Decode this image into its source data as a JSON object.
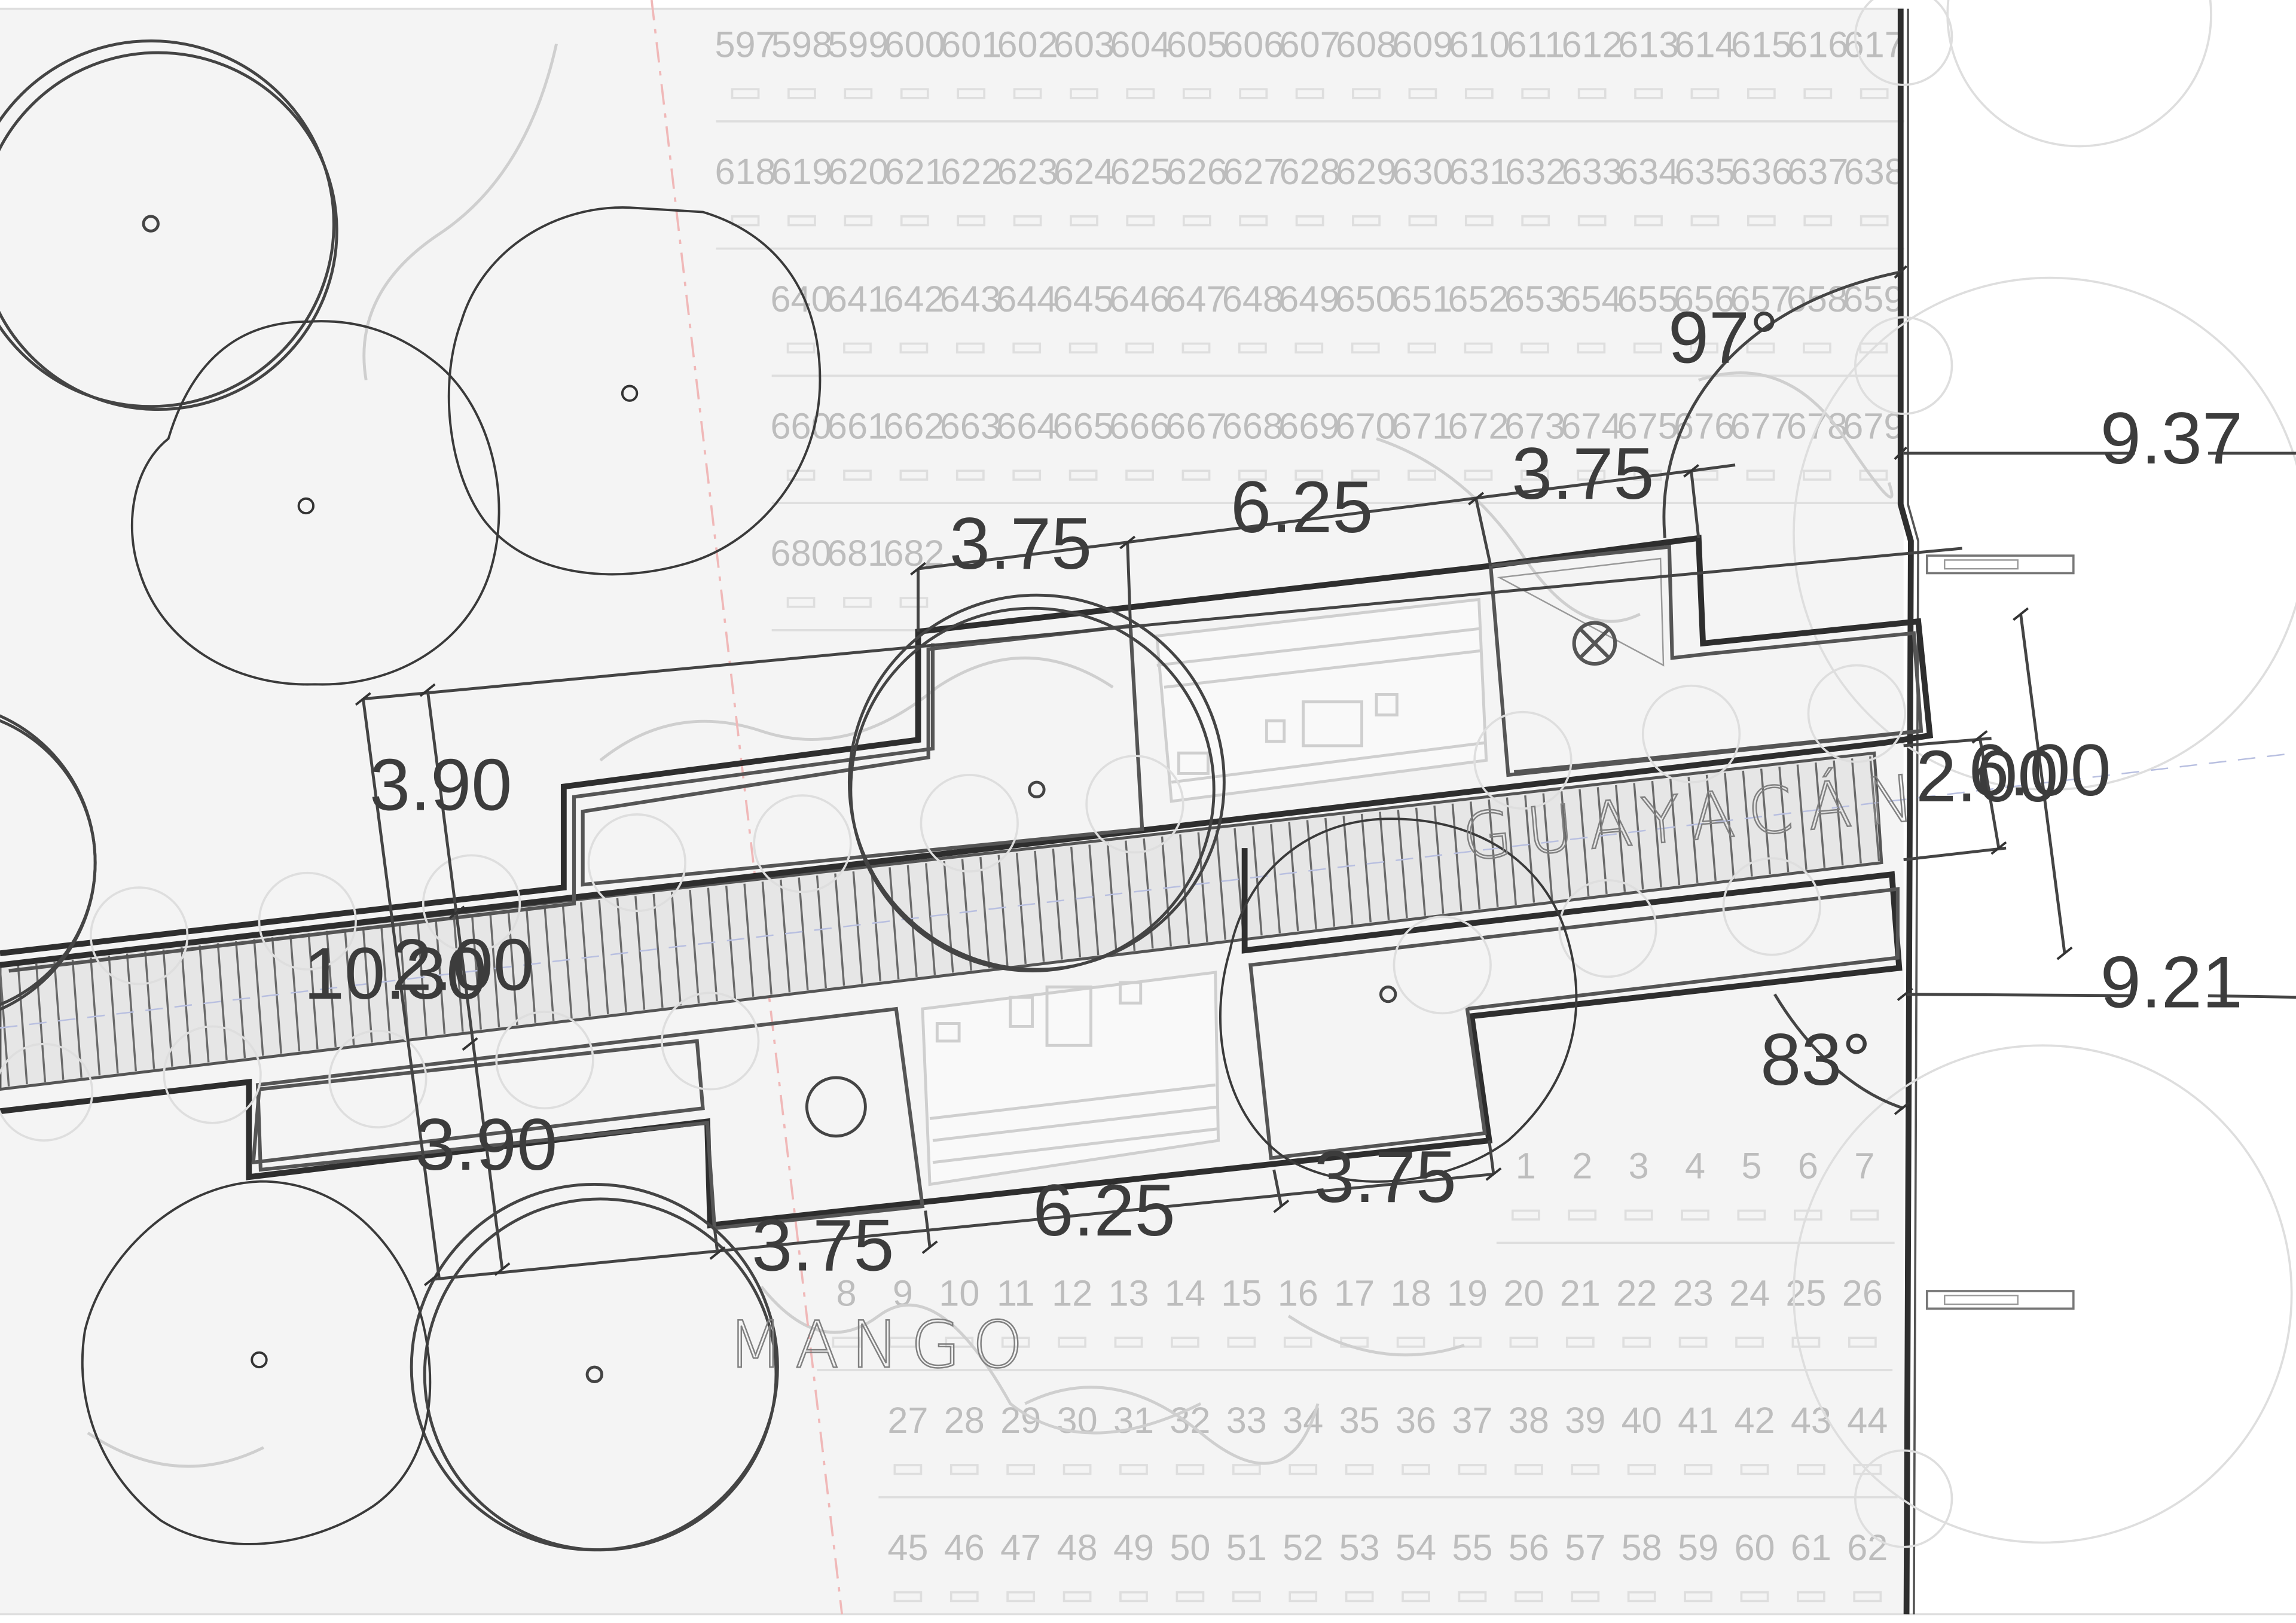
{
  "labels": {
    "street_1": "GUAYACÁN",
    "street_2": "MANGO"
  },
  "dimensions": {
    "upper_left_width": "3.75",
    "upper_mid_width": "6.25",
    "upper_right_width": "3.75",
    "lower_left_width": "3.75",
    "lower_mid_width": "6.25",
    "lower_right_width": "3.75",
    "upper_depth": "3.90",
    "lower_depth": "3.90",
    "total_depth": "10.30",
    "walkway_width_left": "2.00",
    "walkway_width_right": "2.00",
    "right_depth": "6.00",
    "right_offset_top": "9.37",
    "right_offset_bottom": "9.21",
    "angle_top": "97°",
    "angle_bottom": "83°"
  },
  "stall_rows_top": [
    [
      "597",
      "598",
      "599",
      "600",
      "601",
      "602",
      "603",
      "604",
      "605",
      "606",
      "607",
      "608",
      "609",
      "610",
      "611",
      "612",
      "613",
      "614",
      "615",
      "616",
      "617"
    ],
    [
      "618",
      "619",
      "620",
      "621",
      "622",
      "623",
      "624",
      "625",
      "626",
      "627",
      "628",
      "629",
      "630",
      "631",
      "632",
      "633",
      "634",
      "635",
      "636",
      "637",
      "638"
    ],
    [
      "640",
      "641",
      "642",
      "643",
      "644",
      "645",
      "646",
      "647",
      "648",
      "649",
      "650",
      "651",
      "652",
      "653",
      "654",
      "655",
      "656",
      "657",
      "658",
      "659"
    ],
    [
      "660",
      "661",
      "662",
      "663",
      "664",
      "665",
      "666",
      "667",
      "668",
      "669",
      "670",
      "671",
      "672",
      "673",
      "674",
      "675",
      "676",
      "677",
      "678",
      "679"
    ],
    [
      "680",
      "681",
      "682"
    ]
  ],
  "stall_rows_bottom": [
    [
      "1",
      "2",
      "3",
      "4",
      "5",
      "6",
      "7"
    ],
    [
      "8",
      "9",
      "10",
      "11",
      "12",
      "13",
      "14",
      "15",
      "16",
      "17",
      "18",
      "19",
      "20",
      "21",
      "22",
      "23",
      "24",
      "25",
      "26"
    ],
    [
      "27",
      "28",
      "29",
      "30",
      "31",
      "32",
      "33",
      "34",
      "35",
      "36",
      "37",
      "38",
      "39",
      "40",
      "41",
      "42",
      "43",
      "44"
    ],
    [
      "45",
      "46",
      "47",
      "48",
      "49",
      "50",
      "51",
      "52",
      "53",
      "54",
      "55",
      "56",
      "57",
      "58",
      "59",
      "60",
      "61",
      "62"
    ]
  ]
}
